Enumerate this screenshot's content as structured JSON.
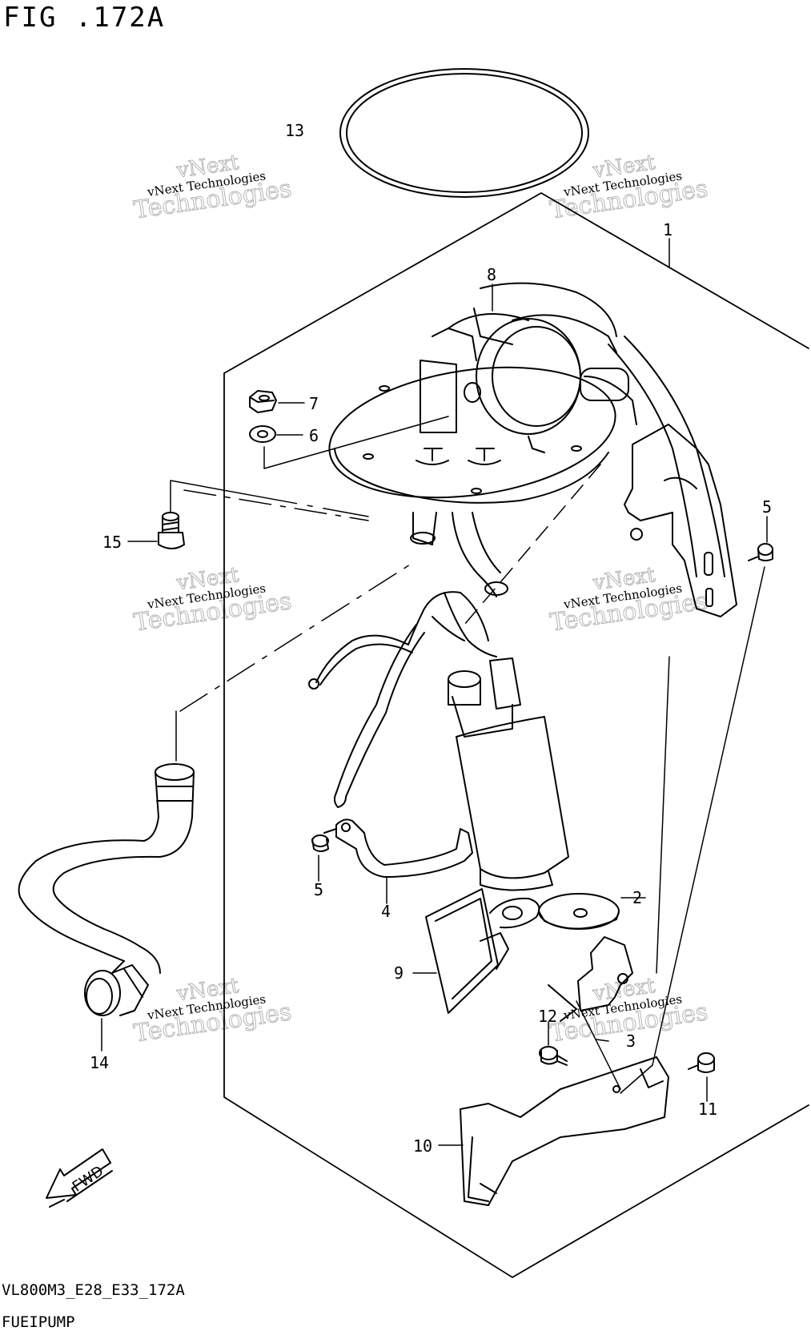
{
  "header": {
    "figure_label": "FIG .172A"
  },
  "footer": {
    "model_code": "VL800M3_E28_E33_172A",
    "part_name": "FUEIPUMP"
  },
  "callouts": {
    "c1": "1",
    "c2": "2",
    "c3": "3",
    "c4": "4",
    "c5a": "5",
    "c5b": "5",
    "c6": "6",
    "c7": "7",
    "c8": "8",
    "c9": "9",
    "c10": "10",
    "c11": "11",
    "c12": "12",
    "c13": "13",
    "c14": "14",
    "c15": "15"
  },
  "fwd_arrow": {
    "label": "FWD"
  },
  "watermarks": {
    "w1": {
      "line1": "vNext Technologies",
      "line2": "vNext",
      "line3": "Technologies"
    },
    "w2": {
      "line1": "vNext Technologies",
      "line2": "vNext",
      "line3": "Technologies"
    },
    "w3": {
      "line1": "vNext Technologies",
      "line2": "vNext",
      "line3": "Technologies"
    },
    "w4": {
      "line1": "vNext Technologies",
      "line2": "vNext",
      "line3": "Technologies"
    },
    "w5": {
      "line1": "vNext Technologies",
      "line2": "vNext",
      "line3": "Technologies"
    },
    "w6": {
      "line1": "vNext Technologies",
      "line2": "vNext",
      "line3": "Technologies"
    }
  }
}
